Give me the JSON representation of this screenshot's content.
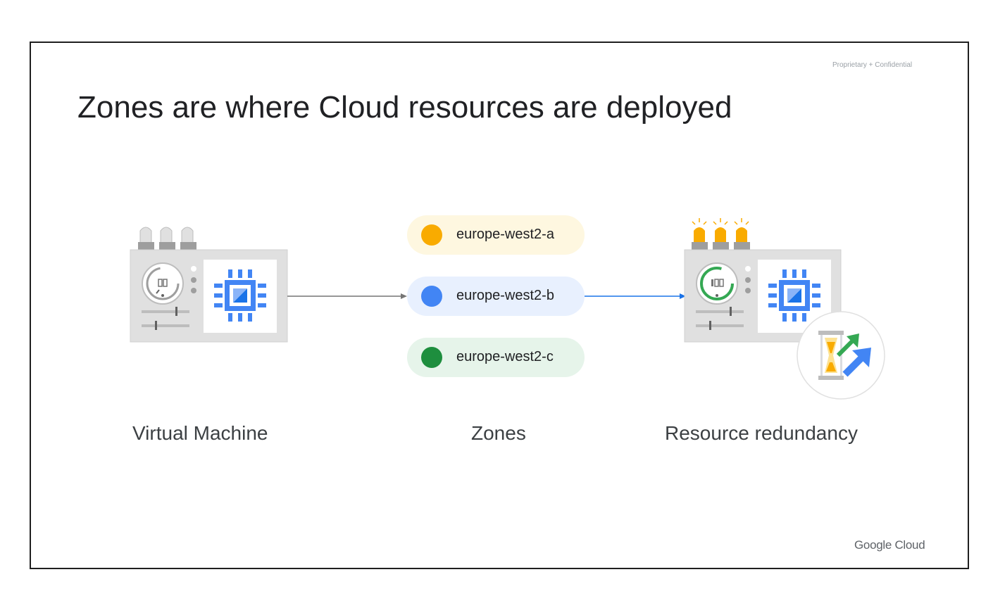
{
  "header": {
    "confidential": "Proprietary + Confidential",
    "title": "Zones are where Cloud resources are deployed"
  },
  "zones": [
    {
      "label": "europe-west2-a",
      "dot_color": "#f9ab00",
      "bg_color": "#fef7e0"
    },
    {
      "label": "europe-west2-b",
      "dot_color": "#4285f4",
      "bg_color": "#e8f0fe"
    },
    {
      "label": "europe-west2-c",
      "dot_color": "#1e8e3e",
      "bg_color": "#e6f4ea"
    }
  ],
  "captions": {
    "vm": "Virtual Machine",
    "zones": "Zones",
    "redundancy": "Resource redundancy"
  },
  "footer": {
    "logo": "Google Cloud"
  },
  "icons": {
    "left": "virtual-machine-icon",
    "right": "redundant-vm-icon",
    "badge": "hourglass-scaling-icon"
  },
  "colors": {
    "chip_blue": "#4285f4",
    "arrow_gray": "#757575",
    "arrow_blue": "#1a73e8",
    "amber": "#f9ab00",
    "green": "#34a853"
  }
}
